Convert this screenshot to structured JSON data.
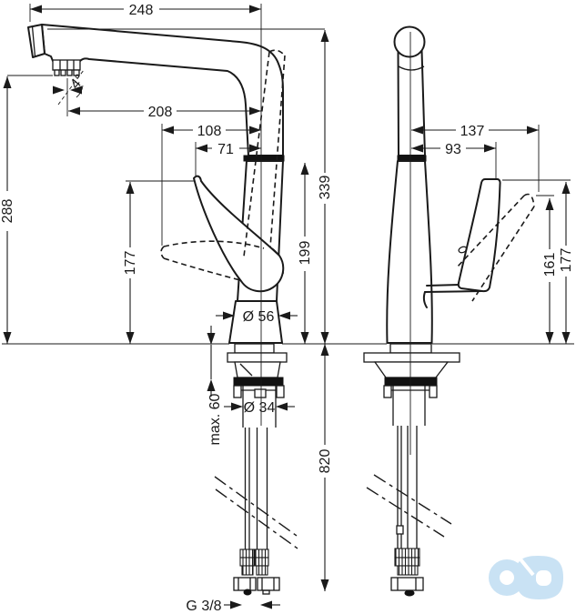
{
  "colors": {
    "line": "#1a1a1a",
    "logo": "#c9e2f4"
  },
  "side_view": {
    "dims": {
      "spout_reach": "248",
      "spout_angle": "4°",
      "outlet_to_axis": "208",
      "handle_front_to_axis": "108",
      "handle_tip_to_axis": "71",
      "outlet_height": "288",
      "total_height": "339",
      "handle_pivot_height": "199",
      "handle_tip_height": "177",
      "base_diameter": "Ø 56",
      "max_counter_thickness": "max. 60",
      "shank_diameter": "Ø 34",
      "hose_length": "820",
      "thread_size": "G 3/8"
    }
  },
  "front_view": {
    "dims": {
      "handle_reach": "137",
      "handle_top_offset": "93",
      "handle_low_height": "161",
      "handle_tip_height": "177"
    }
  }
}
